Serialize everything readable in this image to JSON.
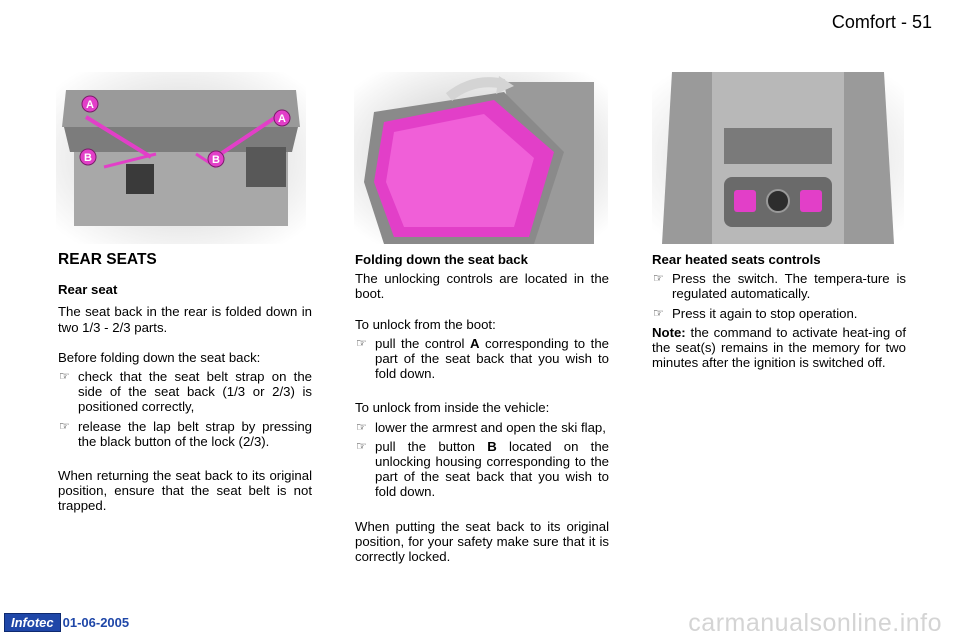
{
  "header": {
    "section": "Comfort",
    "separator": "-",
    "page": "51"
  },
  "col1": {
    "heading": "REAR SEATS",
    "subheading": "Rear seat",
    "intro": "The seat back in the rear is folded down in two 1/3 - 2/3 parts.",
    "before": "Before folding down the seat back:",
    "bullets": [
      "check that the seat belt strap on the side of the seat back (1/3 or 2/3) is positioned correctly,",
      "release the lap belt strap by pressing the black button of the lock (2/3)."
    ],
    "returning": "When returning the seat back to its original position, ensure that the seat belt is not trapped."
  },
  "col2": {
    "heading": "Folding down the seat back",
    "intro": "The unlocking controls are located in the boot.",
    "boot_title": "To unlock from the boot:",
    "boot_bullet": {
      "pre": "pull the control ",
      "bold": "A",
      "post": " corresponding to the part of the seat back that you wish to fold down."
    },
    "vehicle_title": "To unlock from inside the vehicle:",
    "vehicle_bullet1": "lower the armrest and open the ski flap,",
    "vehicle_bullet2": {
      "pre": "pull the button ",
      "bold": "B",
      "post": " located on the unlocking housing corresponding to the part of the seat back that you wish to fold down."
    },
    "putting": "When putting the seat back to its original position, for your safety make sure that it is correctly locked."
  },
  "col3": {
    "heading": "Rear heated seats controls",
    "bullets": [
      "Press the switch. The tempera-ture is regulated automatically.",
      "Press it again to stop operation."
    ],
    "note_label": "Note:",
    "note_text": " the command to activate heat-ing of the seat(s) remains in the memory for two minutes after the ignition is switched off."
  },
  "bullet_glyph": "☞",
  "illustrations": {
    "left": {
      "callouts": [
        "A",
        "A",
        "B",
        "B"
      ]
    }
  },
  "footer": {
    "brand": "Infotec",
    "date": "01-06-2005",
    "watermark": "carmanualsonline.info"
  },
  "colors": {
    "highlight": "#e23fc8",
    "brand": "#1f47a8"
  }
}
